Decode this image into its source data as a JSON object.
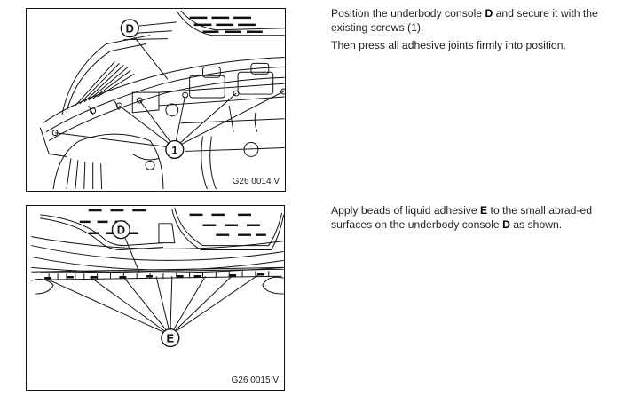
{
  "steps": [
    {
      "figure": {
        "code": "G26 0014 V",
        "callouts": [
          "D",
          "1"
        ]
      },
      "paragraphs": [
        {
          "before": "Position the underbody console ",
          "bold": "D",
          "after": " and secure it with the existing screws (1)."
        },
        {
          "before": "Then press all adhesive joints firmly into position.",
          "bold": "",
          "after": ""
        }
      ]
    },
    {
      "figure": {
        "code": "G26 0015 V",
        "callouts": [
          "D",
          "E"
        ]
      },
      "paragraphs": [
        {
          "before": "Apply beads of liquid adhesive ",
          "bold": "E",
          "after": " to the small abrad-ed surfaces on the underbody console ",
          "bold2": "D",
          "after2": " as shown."
        }
      ]
    }
  ]
}
